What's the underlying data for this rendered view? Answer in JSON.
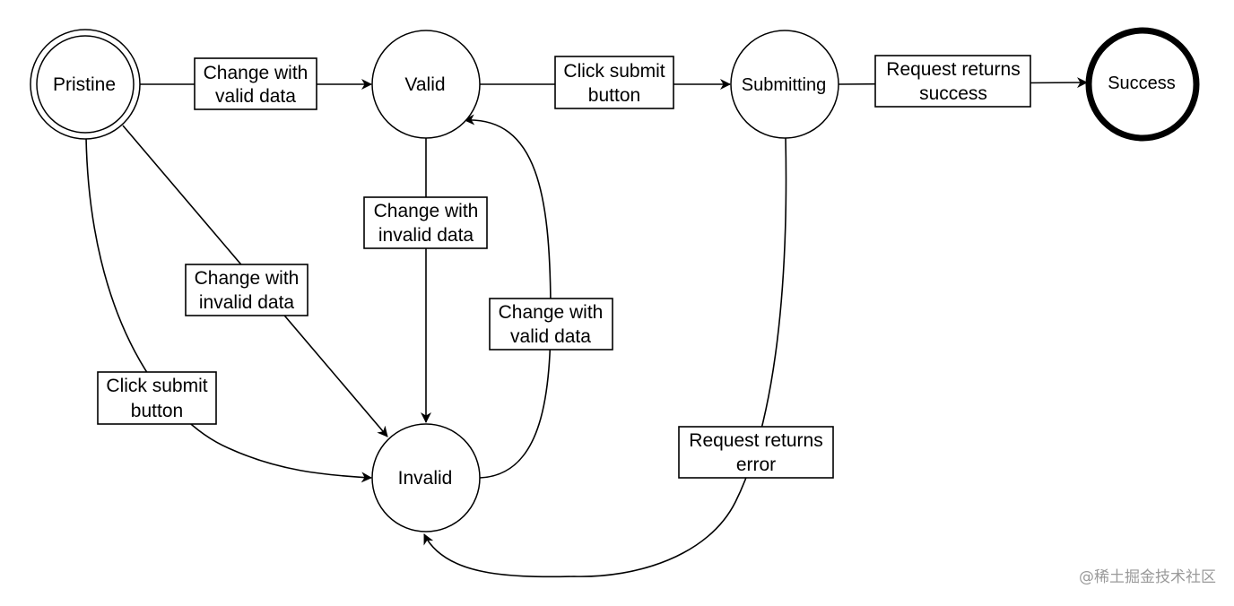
{
  "states": {
    "pristine": "Pristine",
    "valid": "Valid",
    "submitting": "Submitting",
    "success": "Success",
    "invalid": "Invalid"
  },
  "transitions": {
    "pristine_to_valid": [
      "Change with",
      "valid data"
    ],
    "valid_to_submitting": [
      "Click submit",
      "button"
    ],
    "submitting_to_success": [
      "Request returns",
      "success"
    ],
    "valid_to_invalid": [
      "Change with",
      "invalid data"
    ],
    "pristine_to_invalid_change": [
      "Change with",
      "invalid data"
    ],
    "invalid_to_valid": [
      "Change with",
      "valid data"
    ],
    "pristine_to_invalid_submit": [
      "Click submit",
      "button"
    ],
    "submitting_to_invalid": [
      "Request returns",
      "error"
    ]
  },
  "watermark": "@稀土掘金技术社区"
}
